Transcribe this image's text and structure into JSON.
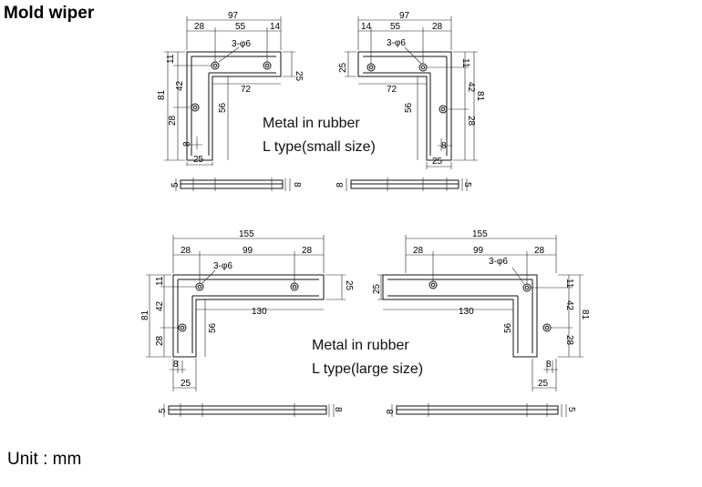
{
  "title": "Mold wiper",
  "unit_label": "Unit : mm",
  "captions": {
    "small_line1": "Metal in rubber",
    "small_line2": "L type(small size)",
    "large_line1": "Metal in rubber",
    "large_line2": "L type(large size)"
  },
  "small": {
    "overall_width": "97",
    "left_offset": "28",
    "hole_spacing": "55",
    "right_offset": "14",
    "holes": "3-φ6",
    "arm_height": "25",
    "top_offset": "11",
    "inner_length": "72",
    "overall_height": "81",
    "hole_gap": "42",
    "bottom_offset": "28",
    "inner_height": "56",
    "leg_offset": "8",
    "leg_width": "25",
    "thickness_a": "5",
    "thickness_b": "8"
  },
  "large": {
    "overall_width": "155",
    "left_offset": "28",
    "hole_spacing": "99",
    "right_offset": "28",
    "holes": "3-φ6",
    "arm_height": "25",
    "top_offset": "11",
    "inner_length": "130",
    "overall_height": "81",
    "hole_gap": "42",
    "bottom_offset": "28",
    "inner_height": "56",
    "leg_offset": "8",
    "leg_width": "25",
    "thickness_a": "5",
    "thickness_b": "8"
  }
}
